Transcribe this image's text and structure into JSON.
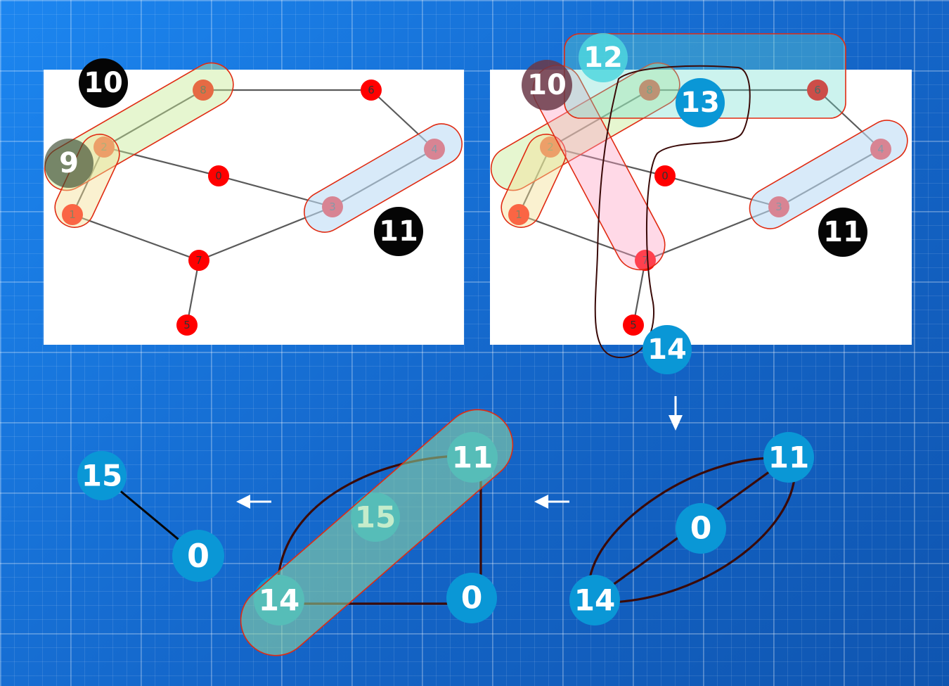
{
  "graph": {
    "node_labels": {
      "n0": "0",
      "n1": "1",
      "n2": "2",
      "n3": "3",
      "n4": "4",
      "n5": "5",
      "n6": "6",
      "n7": "7",
      "n8": "8"
    }
  },
  "clusters_left": {
    "c9": "9",
    "c10": "10",
    "c11": "11"
  },
  "clusters_right": {
    "c10": "10",
    "c11": "11",
    "c12": "12",
    "c13": "13",
    "c14": "14"
  },
  "stage_a": {
    "n11": "11",
    "n0": "0",
    "n14": "14"
  },
  "stage_b": {
    "n11": "11",
    "n0": "0",
    "n14": "14",
    "n15": "15"
  },
  "stage_c": {
    "n15": "15",
    "n0": "0"
  },
  "colors": {
    "graph_node": "#ff0000",
    "cluster_outline": "#e02b12",
    "tag_blue": "#0a97d6",
    "tag_black": "#050505",
    "reduced_edge": "#3a0a08"
  }
}
